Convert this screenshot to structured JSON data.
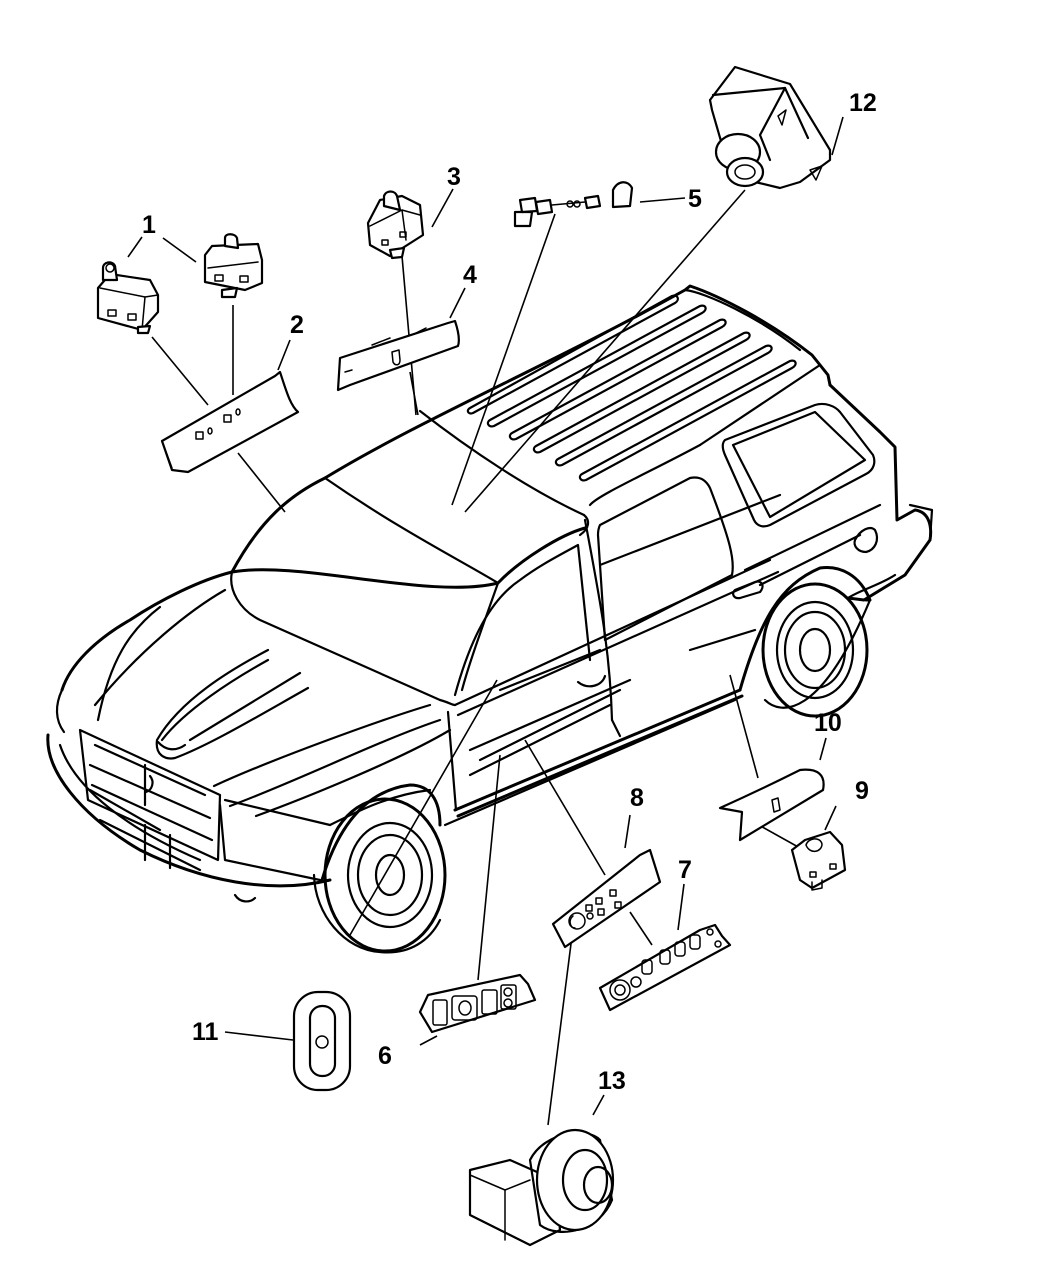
{
  "diagram": {
    "subject": "SUV power switches exploded parts view",
    "callouts": [
      {
        "id": "1a",
        "label": "1",
        "part": "mirror-switch-front"
      },
      {
        "id": "2",
        "label": "2",
        "part": "switch-bezel-front"
      },
      {
        "id": "3",
        "label": "3",
        "part": "overhead-switch"
      },
      {
        "id": "4",
        "label": "4",
        "part": "overhead-switch-bezel"
      },
      {
        "id": "5",
        "label": "5",
        "part": "switch-wiring-harness"
      },
      {
        "id": "6",
        "label": "6",
        "part": "passenger-door-window-switch"
      },
      {
        "id": "7",
        "label": "7",
        "part": "driver-door-window-switch"
      },
      {
        "id": "8",
        "label": "8",
        "part": "driver-switch-bezel"
      },
      {
        "id": "9",
        "label": "9",
        "part": "rear-door-switch"
      },
      {
        "id": "10",
        "label": "10",
        "part": "rear-door-switch-bezel"
      },
      {
        "id": "11",
        "label": "11",
        "part": "window-switch-single"
      },
      {
        "id": "12",
        "label": "12",
        "part": "headlamp-switch-module"
      },
      {
        "id": "13",
        "label": "13",
        "part": "mirror-adjust-switch"
      }
    ]
  }
}
